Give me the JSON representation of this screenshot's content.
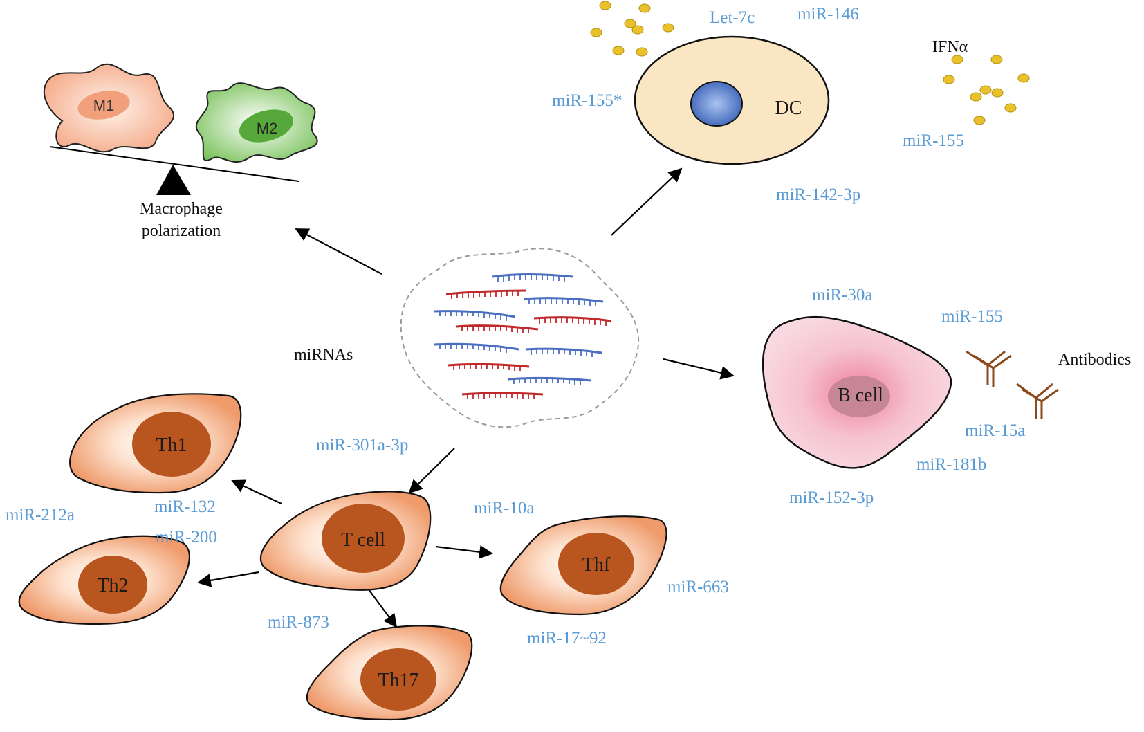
{
  "colors": {
    "mirna_label": "#5b9bd5",
    "arrow": "#000000",
    "t_cell_outer": "#f0a47a",
    "t_cell_nucleus": "#b8541f",
    "dc_fill": "#fbe7c6",
    "dc_nucleus": "#4a72c4",
    "b_cell_fill": "#f2b6c4",
    "b_cell_nucleus": "#c98a96",
    "m1_fill": "#f6b596",
    "m2_fill": "#8fcf73",
    "ifn_dot": "#e6c025",
    "antibody": "#8b4a1c",
    "rna_red": "#c0282a",
    "rna_blue": "#4a6fc0"
  },
  "center": {
    "label": "miRNAs"
  },
  "macrophage": {
    "m1_label": "M1",
    "m2_label": "M2",
    "caption_line1": "Macrophage",
    "caption_line2": "polarization"
  },
  "dc": {
    "label": "DC",
    "ifn_label": "IFNα",
    "mirnas": {
      "let7c": "Let-7c",
      "mir146": "miR-146",
      "mir155star": "miR-155*",
      "mir155": "miR-155",
      "mir142": "miR-142-3p"
    }
  },
  "b_cell": {
    "label": "B cell",
    "antibodies_label": "Antibodies",
    "mirnas": {
      "mir30a": "miR-30a",
      "mir155": "miR-155",
      "mir15a": "miR-15a",
      "mir181b": "miR-181b",
      "mir152": "miR-152-3p"
    }
  },
  "t_cells": {
    "t_cell": "T cell",
    "th1": "Th1",
    "th2": "Th2",
    "th17": "Th17",
    "thf": "Thf",
    "mirnas": {
      "mir301a": "miR-301a-3p",
      "mir212a": "miR-212a",
      "mir132": "miR-132",
      "mir200": "miR-200",
      "mir873": "miR-873",
      "mir10a": "miR-10a",
      "mir663": "miR-663",
      "mir17_92": "miR-17~92"
    }
  }
}
